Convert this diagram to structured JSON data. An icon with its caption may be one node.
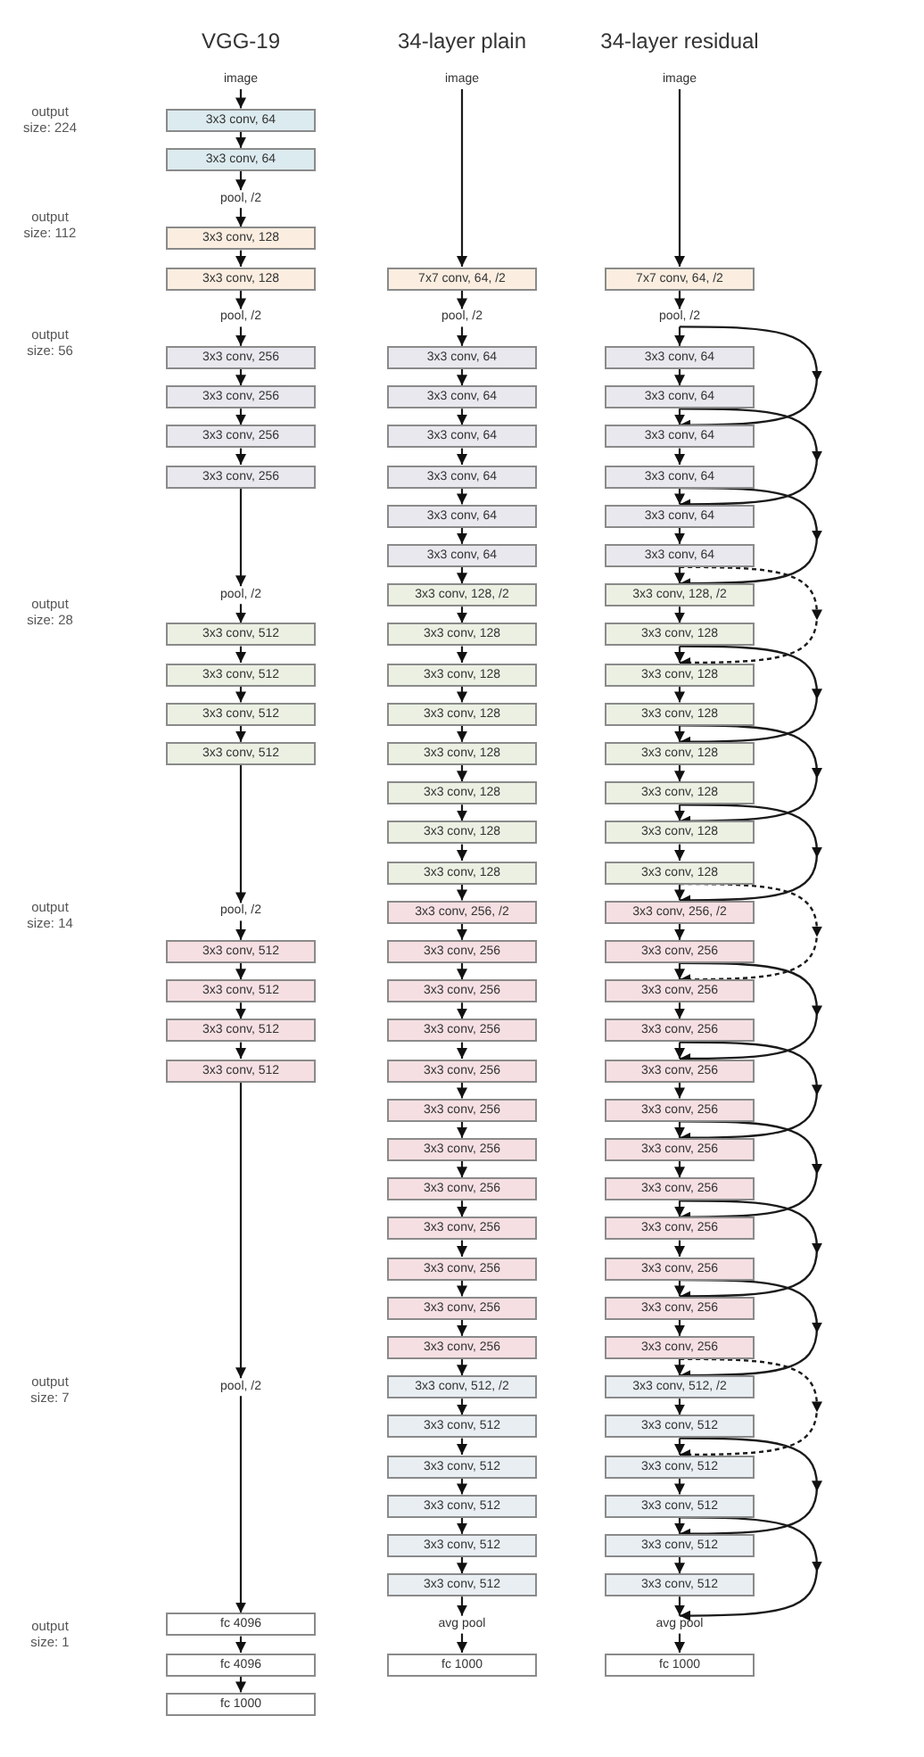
{
  "diagram": {
    "nodes": [
      {
        "text": [
          "image"
        ]
      },
      {
        "text": [
          "3x3 conv, 64"
        ]
      },
      {
        "text": [
          "3x3 conv, 64"
        ]
      },
      {
        "text": [
          "pool, /2"
        ]
      },
      {
        "text": [
          "3x3 conv, 128"
        ]
      },
      {
        "text": [
          "3x3 conv, 128"
        ]
      },
      {
        "text": [
          "pool, /2"
        ]
      },
      {
        "text": [
          "3x3 conv, 256"
        ]
      },
      {
        "text": [
          "3x3 conv, 256"
        ]
      },
      {
        "text": [
          "3x3 conv, 256"
        ]
      },
      {
        "text": [
          "3x3 conv, 256"
        ]
      },
      {
        "text": [
          "pool, /2"
        ]
      },
      {
        "text": [
          "3x3 conv, 512"
        ]
      },
      {
        "text": [
          "3x3 conv, 512"
        ]
      },
      {
        "text": [
          "3x3 conv, 512"
        ]
      },
      {
        "text": [
          "3x3 conv, 512"
        ]
      },
      {
        "text": [
          "pool, /2"
        ]
      },
      {
        "text": [
          "3x3 conv, 512"
        ]
      },
      {
        "text": [
          "3x3 conv, 512"
        ]
      },
      {
        "text": [
          "3x3 conv, 512"
        ]
      },
      {
        "text": [
          "3x3 conv, 512"
        ]
      },
      {
        "text": [
          "pool, /2"
        ]
      },
      {
        "text": [
          "fc 4096"
        ]
      },
      {
        "text": [
          "fc 4096"
        ]
      },
      {
        "text": [
          "fc 1000"
        ]
      },
      {
        "text": [
          "image"
        ]
      },
      {
        "text": [
          "7x7 conv, 64, /2"
        ]
      },
      {
        "text": [
          "pool, /2"
        ]
      },
      {
        "text": [
          "3x3 conv, 64"
        ]
      },
      {
        "text": [
          "3x3 conv, 64"
        ]
      },
      {
        "text": [
          "3x3 conv, 64"
        ]
      },
      {
        "text": [
          "3x3 conv, 64"
        ]
      },
      {
        "text": [
          "3x3 conv, 64"
        ]
      },
      {
        "text": [
          "3x3 conv, 64"
        ]
      },
      {
        "text": [
          "3x3 conv, 128, /2"
        ]
      },
      {
        "text": [
          "3x3 conv, 128"
        ]
      },
      {
        "text": [
          "3x3 conv, 128"
        ]
      },
      {
        "text": [
          "3x3 conv, 128"
        ]
      },
      {
        "text": [
          "3x3 conv, 128"
        ]
      },
      {
        "text": [
          "3x3 conv, 128"
        ]
      },
      {
        "text": [
          "3x3 conv, 128"
        ]
      },
      {
        "text": [
          "3x3 conv, 128"
        ]
      },
      {
        "text": [
          "3x3 conv, 256, /2"
        ]
      },
      {
        "text": [
          "3x3 conv, 256"
        ]
      },
      {
        "text": [
          "3x3 conv, 256"
        ]
      },
      {
        "text": [
          "3x3 conv, 256"
        ]
      },
      {
        "text": [
          "3x3 conv, 256"
        ]
      },
      {
        "text": [
          "3x3 conv, 256"
        ]
      },
      {
        "text": [
          "3x3 conv, 256"
        ]
      },
      {
        "text": [
          "3x3 conv, 256"
        ]
      },
      {
        "text": [
          "3x3 conv, 256"
        ]
      },
      {
        "text": [
          "3x3 conv, 256"
        ]
      },
      {
        "text": [
          "3x3 conv, 256"
        ]
      },
      {
        "text": [
          "3x3 conv, 256"
        ]
      },
      {
        "text": [
          "3x3 conv, 512, /2"
        ]
      },
      {
        "text": [
          "3x3 conv, 512"
        ]
      },
      {
        "text": [
          "3x3 conv, 512"
        ]
      },
      {
        "text": [
          "3x3 conv, 512"
        ]
      },
      {
        "text": [
          "3x3 conv, 512"
        ]
      },
      {
        "text": [
          "3x3 conv, 512"
        ]
      },
      {
        "text": [
          "avg pool"
        ]
      },
      {
        "text": [
          "fc 1000"
        ]
      },
      {
        "text": [
          "image"
        ]
      },
      {
        "text": [
          "7x7 conv, 64, /2"
        ]
      },
      {
        "text": [
          "pool, /2"
        ]
      },
      {
        "text": [
          "3x3 conv, 64"
        ]
      },
      {
        "text": [
          "3x3 conv, 64"
        ]
      },
      {
        "text": [
          "3x3 conv, 64"
        ]
      },
      {
        "text": [
          "3x3 conv, 64"
        ]
      },
      {
        "text": [
          "3x3 conv, 64"
        ]
      },
      {
        "text": [
          "3x3 conv, 64"
        ]
      },
      {
        "text": [
          "3x3 conv, 128, /2"
        ]
      },
      {
        "text": [
          "3x3 conv, 128"
        ]
      },
      {
        "text": [
          "3x3 conv, 128"
        ]
      },
      {
        "text": [
          "3x3 conv, 128"
        ]
      },
      {
        "text": [
          "3x3 conv, 128"
        ]
      },
      {
        "text": [
          "3x3 conv, 128"
        ]
      },
      {
        "text": [
          "3x3 conv, 128"
        ]
      },
      {
        "text": [
          "3x3 conv, 128"
        ]
      },
      {
        "text": [
          "3x3 conv, 256, /2"
        ]
      },
      {
        "text": [
          "3x3 conv, 256"
        ]
      },
      {
        "text": [
          "3x3 conv, 256"
        ]
      },
      {
        "text": [
          "3x3 conv, 256"
        ]
      },
      {
        "text": [
          "3x3 conv, 256"
        ]
      },
      {
        "text": [
          "3x3 conv, 256"
        ]
      },
      {
        "text": [
          "3x3 conv, 256"
        ]
      },
      {
        "text": [
          "3x3 conv, 256"
        ]
      },
      {
        "text": [
          "3x3 conv, 256"
        ]
      },
      {
        "text": [
          "3x3 conv, 256"
        ]
      },
      {
        "text": [
          "3x3 conv, 256"
        ]
      },
      {
        "text": [
          "3x3 conv, 256"
        ]
      },
      {
        "text": [
          "3x3 conv, 512, /2"
        ]
      },
      {
        "text": [
          "3x3 conv, 512"
        ]
      },
      {
        "text": [
          "3x3 conv, 512"
        ]
      },
      {
        "text": [
          "3x3 conv, 512"
        ]
      },
      {
        "text": [
          "3x3 conv, 512"
        ]
      },
      {
        "text": [
          "3x3 conv, 512"
        ]
      },
      {
        "text": [
          "avg pool"
        ]
      },
      {
        "text": [
          "fc 1000"
        ]
      }
    ],
    "edges": [
      {
        "from": 0,
        "to": 1,
        "arrow": "to"
      },
      {
        "from": 1,
        "to": 2,
        "arrow": "to"
      },
      {
        "from": 2,
        "to": 3,
        "arrow": "to"
      },
      {
        "from": 3,
        "to": 4,
        "arrow": "to"
      },
      {
        "from": 4,
        "to": 5,
        "arrow": "to"
      },
      {
        "from": 5,
        "to": 6,
        "arrow": "to"
      },
      {
        "from": 6,
        "to": 7,
        "arrow": "to"
      },
      {
        "from": 7,
        "to": 8,
        "arrow": "to"
      },
      {
        "from": 8,
        "to": 9,
        "arrow": "to"
      },
      {
        "from": 9,
        "to": 10,
        "arrow": "to"
      },
      {
        "from": 10,
        "to": 11,
        "arrow": "to"
      },
      {
        "from": 11,
        "to": 12,
        "arrow": "to"
      },
      {
        "from": 12,
        "to": 13,
        "arrow": "to"
      },
      {
        "from": 13,
        "to": 14,
        "arrow": "to"
      },
      {
        "from": 14,
        "to": 15,
        "arrow": "to"
      },
      {
        "from": 15,
        "to": 16,
        "arrow": "to"
      },
      {
        "from": 16,
        "to": 17,
        "arrow": "to"
      },
      {
        "from": 17,
        "to": 18,
        "arrow": "to"
      },
      {
        "from": 18,
        "to": 19,
        "arrow": "to"
      },
      {
        "from": 19,
        "to": 20,
        "arrow": "to"
      },
      {
        "from": 20,
        "to": 21,
        "arrow": "to"
      },
      {
        "from": 21,
        "to": 22,
        "arrow": "to"
      },
      {
        "from": 22,
        "to": 23,
        "arrow": "to"
      },
      {
        "from": 23,
        "to": 24,
        "arrow": "to"
      },
      {
        "from": 25,
        "to": 26,
        "arrow": "to"
      },
      {
        "from": 26,
        "to": 27,
        "arrow": "to"
      },
      {
        "from": 27,
        "to": 28,
        "arrow": "to"
      },
      {
        "from": 28,
        "to": 29,
        "arrow": "to"
      },
      {
        "from": 29,
        "to": 30,
        "arrow": "to"
      },
      {
        "from": 30,
        "to": 31,
        "arrow": "to"
      },
      {
        "from": 31,
        "to": 32,
        "arrow": "to"
      },
      {
        "from": 32,
        "to": 33,
        "arrow": "to"
      },
      {
        "from": 33,
        "to": 34,
        "arrow": "to"
      },
      {
        "from": 34,
        "to": 35,
        "arrow": "to"
      },
      {
        "from": 35,
        "to": 36,
        "arrow": "to"
      },
      {
        "from": 36,
        "to": 37,
        "arrow": "to"
      },
      {
        "from": 37,
        "to": 38,
        "arrow": "to"
      },
      {
        "from": 38,
        "to": 39,
        "arrow": "to"
      },
      {
        "from": 39,
        "to": 40,
        "arrow": "to"
      },
      {
        "from": 40,
        "to": 41,
        "arrow": "to"
      },
      {
        "from": 41,
        "to": 42,
        "arrow": "to"
      },
      {
        "from": 42,
        "to": 43,
        "arrow": "to"
      },
      {
        "from": 43,
        "to": 44,
        "arrow": "to"
      },
      {
        "from": 44,
        "to": 45,
        "arrow": "to"
      },
      {
        "from": 45,
        "to": 46,
        "arrow": "to"
      },
      {
        "from": 46,
        "to": 47,
        "arrow": "to"
      },
      {
        "from": 47,
        "to": 48,
        "arrow": "to"
      },
      {
        "from": 48,
        "to": 49,
        "arrow": "to"
      },
      {
        "from": 49,
        "to": 50,
        "arrow": "to"
      },
      {
        "from": 50,
        "to": 51,
        "arrow": "to"
      },
      {
        "from": 51,
        "to": 52,
        "arrow": "to"
      },
      {
        "from": 52,
        "to": 53,
        "arrow": "to"
      },
      {
        "from": 53,
        "to": 54,
        "arrow": "to"
      },
      {
        "from": 54,
        "to": 55,
        "arrow": "to"
      },
      {
        "from": 55,
        "to": 56,
        "arrow": "to"
      },
      {
        "from": 56,
        "to": 57,
        "arrow": "to"
      },
      {
        "from": 57,
        "to": 58,
        "arrow": "to"
      },
      {
        "from": 58,
        "to": 59,
        "arrow": "to"
      },
      {
        "from": 59,
        "to": 60,
        "arrow": "to"
      },
      {
        "from": 60,
        "to": 61,
        "arrow": "to"
      },
      {
        "from": 62,
        "to": 63,
        "arrow": "to"
      },
      {
        "from": 63,
        "to": 64,
        "arrow": "to"
      },
      {
        "from": 64,
        "to": 65,
        "arrow": "to"
      },
      {
        "from": 65,
        "to": 66,
        "arrow": "to"
      },
      {
        "from": 66,
        "to": 67,
        "arrow": "to"
      },
      {
        "from": 67,
        "to": 68,
        "arrow": "to"
      },
      {
        "from": 68,
        "to": 69,
        "arrow": "to"
      },
      {
        "from": 69,
        "to": 70,
        "arrow": "to"
      },
      {
        "from": 70,
        "to": 71,
        "arrow": "to"
      },
      {
        "from": 71,
        "to": 72,
        "arrow": "to"
      },
      {
        "from": 72,
        "to": 73,
        "arrow": "to"
      },
      {
        "from": 73,
        "to": 74,
        "arrow": "to"
      },
      {
        "from": 74,
        "to": 75,
        "arrow": "to"
      },
      {
        "from": 75,
        "to": 76,
        "arrow": "to"
      },
      {
        "from": 76,
        "to": 77,
        "arrow": "to"
      },
      {
        "from": 77,
        "to": 78,
        "arrow": "to"
      },
      {
        "from": 78,
        "to": 79,
        "arrow": "to"
      },
      {
        "from": 79,
        "to": 80,
        "arrow": "to"
      },
      {
        "from": 80,
        "to": 81,
        "arrow": "to"
      },
      {
        "from": 81,
        "to": 82,
        "arrow": "to"
      },
      {
        "from": 82,
        "to": 83,
        "arrow": "to"
      },
      {
        "from": 83,
        "to": 84,
        "arrow": "to"
      },
      {
        "from": 84,
        "to": 85,
        "arrow": "to"
      },
      {
        "from": 85,
        "to": 86,
        "arrow": "to"
      },
      {
        "from": 86,
        "to": 87,
        "arrow": "to"
      },
      {
        "from": 87,
        "to": 88,
        "arrow": "to"
      },
      {
        "from": 88,
        "to": 89,
        "arrow": "to"
      },
      {
        "from": 89,
        "to": 90,
        "arrow": "to"
      },
      {
        "from": 90,
        "to": 91,
        "arrow": "to"
      },
      {
        "from": 91,
        "to": 92,
        "arrow": "to"
      },
      {
        "from": 92,
        "to": 93,
        "arrow": "to"
      },
      {
        "from": 93,
        "to": 94,
        "arrow": "to"
      },
      {
        "from": 94,
        "to": 95,
        "arrow": "to"
      },
      {
        "from": 95,
        "to": 96,
        "arrow": "to"
      },
      {
        "from": 96,
        "to": 97,
        "arrow": "to"
      },
      {
        "from": 97,
        "to": 98,
        "arrow": "to"
      },
      {
        "from": 64,
        "to": 67,
        "arrow": "to"
      },
      {
        "from": 66,
        "to": 69,
        "arrow": "to"
      },
      {
        "from": 68,
        "to": 71,
        "arrow": "to"
      },
      {
        "from": 70,
        "to": 73,
        "arrow": "to",
        "style": "dashed"
      },
      {
        "from": 72,
        "to": 75,
        "arrow": "to"
      },
      {
        "from": 74,
        "to": 77,
        "arrow": "to"
      },
      {
        "from": 76,
        "to": 79,
        "arrow": "to"
      },
      {
        "from": 78,
        "to": 81,
        "arrow": "to",
        "style": "dashed"
      },
      {
        "from": 80,
        "to": 83,
        "arrow": "to"
      },
      {
        "from": 82,
        "to": 85,
        "arrow": "to"
      },
      {
        "from": 84,
        "to": 87,
        "arrow": "to"
      },
      {
        "from": 86,
        "to": 89,
        "arrow": "to"
      },
      {
        "from": 88,
        "to": 91,
        "arrow": "to"
      },
      {
        "from": 90,
        "to": 93,
        "arrow": "to",
        "style": "dashed"
      },
      {
        "from": 92,
        "to": 95,
        "arrow": "to"
      },
      {
        "from": 94,
        "to": 97,
        "arrow": "to"
      }
    ],
    "labels": [
      "VGG-19",
      "34-layer plain",
      "34-layer residual",
      "output size: 224",
      "output size: 112",
      "output size: 56",
      "output size: 28",
      "output size: 14",
      "output size: 7",
      "output size: 1"
    ]
  }
}
